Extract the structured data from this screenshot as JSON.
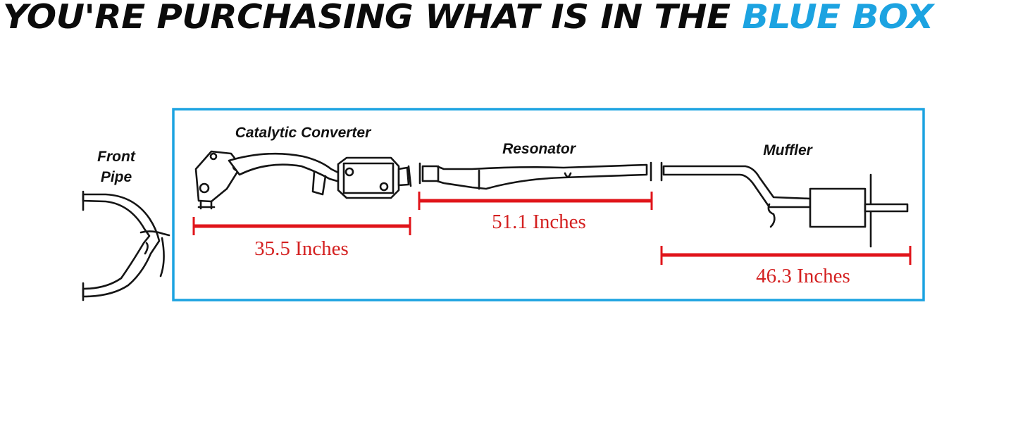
{
  "headline": {
    "prefix": "YOU'RE PURCHASING WHAT IS IN THE ",
    "highlight": "BLUE BOX"
  },
  "colors": {
    "accent": "#1ca3e1",
    "measure": "#e0141a",
    "ink": "#151515"
  },
  "parts": {
    "front_pipe": {
      "label_line1": "Front",
      "label_line2": "Pipe"
    },
    "catalytic_converter": {
      "label": "Catalytic Converter",
      "length": "35.5 Inches"
    },
    "resonator": {
      "label": "Resonator",
      "length": "51.1 Inches"
    },
    "muffler": {
      "label": "Muffler",
      "length": "46.3 Inches"
    }
  }
}
